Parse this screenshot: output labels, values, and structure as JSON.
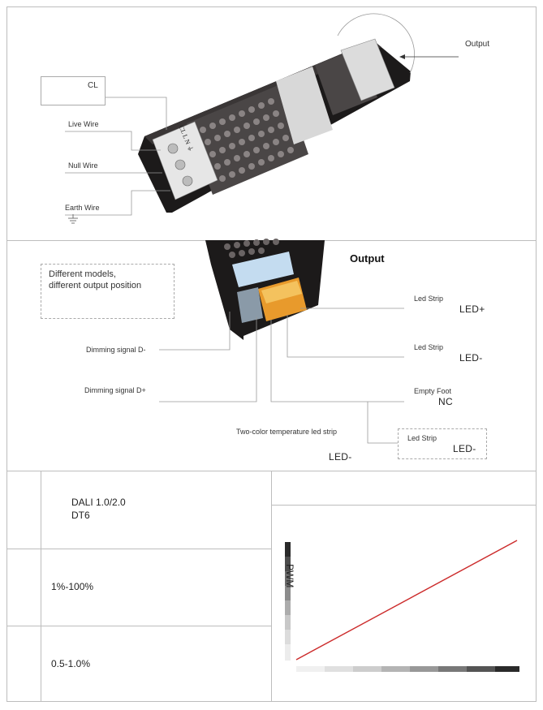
{
  "section1": {
    "cl_label": "CL",
    "live_wire": "Live Wire",
    "null_wire": "Null Wire",
    "earth_wire": "Earth Wire",
    "output_label": "Output",
    "terminal_marks": "CL L N ⏚"
  },
  "section2": {
    "title": "Output",
    "note_line1": "Different models,",
    "note_line2": "different output position",
    "dimming_d_minus": "Dimming signal D-",
    "dimming_d_plus": "Dimming signal D+",
    "led_strip_1": "Led Strip",
    "led_plus": "LED+",
    "led_strip_2": "Led Strip",
    "led_minus_1": "LED-",
    "empty_foot": "Empty Foot",
    "nc": "NC",
    "two_color": "Two-color temperature led strip",
    "led_minus_2": "LED-",
    "led_strip_3": "Led Strip",
    "led_minus_3": "LED-"
  },
  "section3": {
    "dali_line1": "DALI 1.0/2.0",
    "dali_line2": "DT6",
    "range": "1%-100%",
    "voltage": "0.5-1.0%",
    "chart_ylabel": "PWM"
  },
  "colors": {
    "line": "#cc2b2b",
    "border": "#bdbdbd",
    "device": "#1c1a1a"
  }
}
